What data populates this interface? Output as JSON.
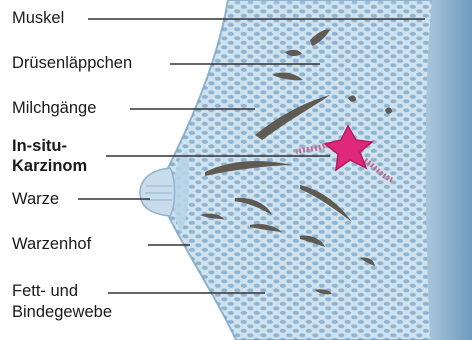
{
  "labels": {
    "muskel": "Muskel",
    "druesen": "Drüsenläppchen",
    "milch": "Milchgänge",
    "insitu_line1": "In-situ-",
    "insitu_line2": "Karzinom",
    "warze": "Warze",
    "warzenhof": "Warzenhof",
    "fett_line1": "Fett- und",
    "fett_line2": "Bindegewebe"
  },
  "colors": {
    "tissue": "#cfe2ee",
    "tissue_outline": "#8fb3cc",
    "cells": "#6f9fc4",
    "muscle": "#7fa8c6",
    "ducts": "#5f5a52",
    "carcinoma": "#e0287a",
    "leader": "#333333"
  }
}
